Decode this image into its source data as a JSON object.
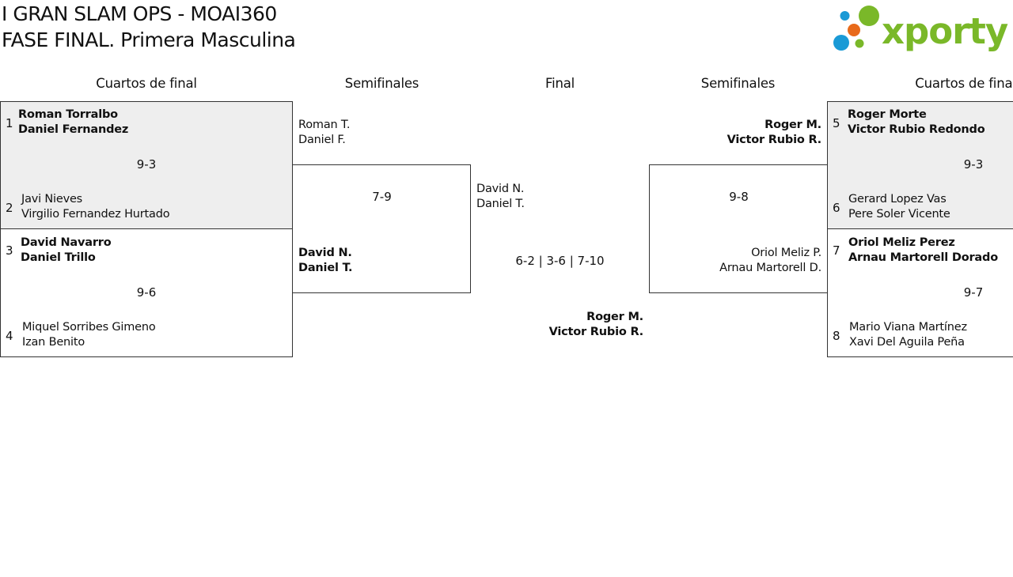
{
  "header": {
    "title_line1": "I GRAN SLAM OPS - MOAI360",
    "title_line2": "FASE FINAL. Primera Masculina",
    "logo_text": "xporty"
  },
  "colors": {
    "logo_green": "#7ab829",
    "logo_blue": "#1a9ad6",
    "logo_orange": "#e86a1a",
    "box_shade": "#eeeeee"
  },
  "rounds": {
    "left_quarters": "Cuartos de final",
    "left_semis": "Semifinales",
    "final": "Final",
    "right_semis": "Semifinales",
    "right_quarters": "Cuartos de final"
  },
  "quarters": [
    {
      "top_seed": "1",
      "top_p1": "Roman Torralbo",
      "top_p2": "Daniel Fernandez",
      "score": "9-3",
      "bottom_seed": "2",
      "bottom_p1": "Javi Nieves",
      "bottom_p2": "Virgilio Fernandez Hurtado"
    },
    {
      "top_seed": "3",
      "top_p1": "David Navarro",
      "top_p2": "Daniel Trillo",
      "score": "9-6",
      "bottom_seed": "4",
      "bottom_p1": "Miquel Sorribes Gimeno",
      "bottom_p2": "Izan Benito"
    },
    {
      "top_seed": "5",
      "top_p1": "Roger Morte",
      "top_p2": "Victor Rubio Redondo",
      "score": "9-3",
      "bottom_seed": "6",
      "bottom_p1": "Gerard Lopez Vas",
      "bottom_p2": "Pere Soler Vicente"
    },
    {
      "top_seed": "7",
      "top_p1": "Oriol Meliz Perez",
      "top_p2": "Arnau Martorell Dorado",
      "score": "9-7",
      "bottom_seed": "8",
      "bottom_p1": "Mario Viana Martínez",
      "bottom_p2": "Xavi Del Aguila Peña"
    }
  ],
  "semis": [
    {
      "top_p1": "Roman T.",
      "top_p2": "Daniel F.",
      "score": "7-9",
      "bottom_p1": "David N.",
      "bottom_p2": "Daniel T."
    },
    {
      "top_p1": "Roger M.",
      "top_p2": "Victor Rubio R.",
      "score": "9-8",
      "bottom_p1": "Oriol Meliz P.",
      "bottom_p2": "Arnau Martorell D."
    }
  ],
  "final": {
    "left_p1": "David N.",
    "left_p2": "Daniel T.",
    "score": "6-2 | 3-6 | 7-10",
    "winner_p1": "Roger M.",
    "winner_p2": "Victor Rubio R."
  }
}
